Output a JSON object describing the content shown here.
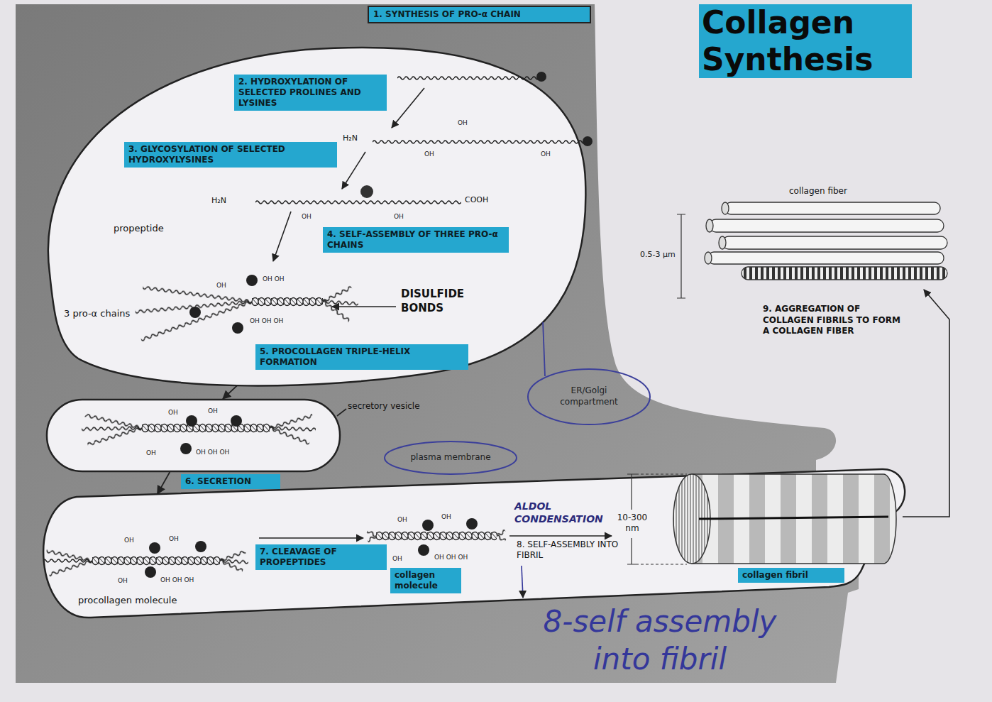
{
  "diagram": {
    "title": "Collagen Synthesis",
    "nodes": [
      {
        "text": [
          "propeptide",
          "3 pro-α chains",
          "DISULFIDE BONDS"
        ]
      },
      {
        "text": [
          "2. HYDROXYLATION OF SELECTED PROLINES AND LYSINES"
        ],
        "in": 0
      },
      {
        "text": [
          "3. GLYCOSYLATION OF SELECTED HYDROXYLYSINES"
        ],
        "in": 0
      },
      {
        "text": [
          "4. SELF-ASSEMBLY OF THREE PRO-α CHAINS"
        ],
        "in": 0
      },
      {
        "text": [
          "5. PROCOLLAGEN TRIPLE-HELIX FORMATION"
        ],
        "in": 0
      },
      {
        "text": [
          "1. SYNTHESIS OF PRO-α CHAIN"
        ]
      },
      {
        "text": [
          "secretory vesicle"
        ]
      },
      {
        "text": [
          "ER/Golgi compartment"
        ]
      },
      {
        "text": [
          "plasma membrane"
        ]
      },
      {
        "text": [
          "6. SECRETION"
        ]
      },
      {
        "text": [
          "procollagen molecule"
        ]
      },
      {
        "text": [
          "7. CLEAVAGE OF PROPEPTIDES"
        ],
        "in": 10
      },
      {
        "text": [
          "collagen molecule"
        ],
        "in": 10
      },
      {
        "text": [
          "collagen fibril"
        ],
        "in": 10
      }
    ],
    "edges": [
      {
        "from": 7,
        "to": 0,
        "arrow": "none"
      },
      {
        "from": 0,
        "to": 6,
        "arrow": "to"
      },
      {
        "from": 6,
        "to": 10,
        "arrow": "to"
      }
    ],
    "labels": [
      "H₂N",
      "OH",
      "OH",
      "OH",
      "H₂N",
      "COOH",
      "OH",
      "OH",
      "OH OH",
      "OH",
      "OH OH OH",
      "OH",
      "OH",
      "OH",
      "OH OH OH",
      "OH",
      "OH",
      "OH",
      "OH OH OH",
      "OH",
      "OH",
      "OH",
      "OH OH OH",
      "ALDOL CONDENSATION",
      "8. SELF-ASSEMBLY INTO FIBRIL",
      "8-self assembly into fibril",
      "10-300 nm",
      "collagen fiber",
      "0.5-3 μm",
      "9. AGGREGATION OF COLLAGEN FIBRILS TO FORM A COLLAGEN FIBER"
    ]
  }
}
